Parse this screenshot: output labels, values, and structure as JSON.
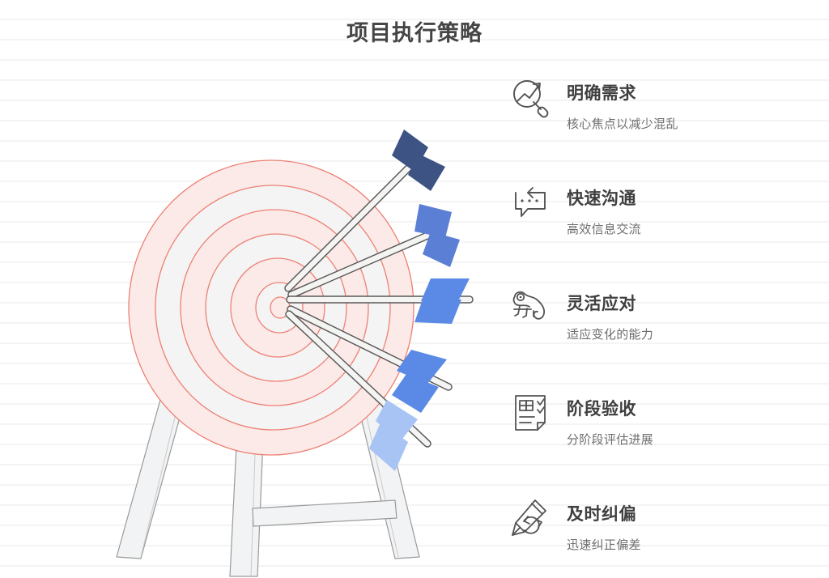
{
  "page": {
    "title": "项目执行策略",
    "background_color": "#ffffff",
    "rule_line_color": "#f4f4f5",
    "title_color": "#454545"
  },
  "colors": {
    "target_ring_fill": "#fbeae8",
    "target_ring_alt_fill": "#f4f4f5",
    "target_ring_stroke": "#ee8074",
    "easel_fill": "#f2f3f4",
    "easel_stroke": "#9a9a9a",
    "shaft_fill": "#f4f4f2",
    "shaft_stroke": "#595959",
    "fletch_navy": "#3c5384",
    "fletch_blue": "#5b7fd4",
    "fletch_bright": "#5b8ae6",
    "fletch_light": "#a8c4f5",
    "icon_stroke": "#545454",
    "feature_title": "#3f3f3f",
    "feature_desc": "#6e6e6e"
  },
  "illustration": {
    "name": "archery-target-with-arrows",
    "ring_count": 6,
    "arrow_count": 5,
    "arrows": [
      {
        "id": "arrow-1",
        "fletch_color": "#3c5384"
      },
      {
        "id": "arrow-2",
        "fletch_color": "#5b7fd4"
      },
      {
        "id": "arrow-3",
        "fletch_color": "#5b8ae6"
      },
      {
        "id": "arrow-4",
        "fletch_color": "#5b8ae6"
      },
      {
        "id": "arrow-5",
        "fletch_color": "#a8c4f5"
      }
    ]
  },
  "features": [
    {
      "icon": "target-search-trend-icon",
      "title": "明确需求",
      "desc": "核心焦点以减少混乱"
    },
    {
      "icon": "speech-bubble-reply-icon",
      "title": "快速沟通",
      "desc": "高效信息交流"
    },
    {
      "icon": "chameleon-icon",
      "title": "灵活应对",
      "desc": "适应变化的能力"
    },
    {
      "icon": "checklist-document-icon",
      "title": "阶段验收",
      "desc": "分阶段评估进展"
    },
    {
      "icon": "pencil-refresh-icon",
      "title": "及时纠偏",
      "desc": "迅速纠正偏差"
    }
  ]
}
